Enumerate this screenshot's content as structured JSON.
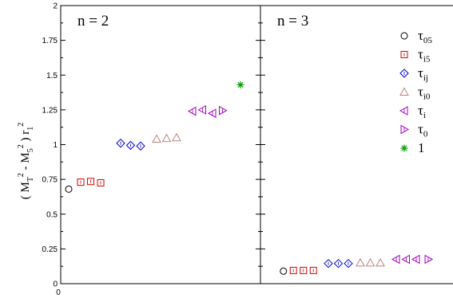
{
  "chart_data": {
    "type": "scatter",
    "ylabel": {
      "main": "( M",
      "sub1": "T",
      "sup1": "2",
      "mid": " - M",
      "sub2": "5",
      "sup2": "2",
      "close": " ) r",
      "sub3": "1",
      "sup3": "2"
    },
    "ylim": [
      0,
      2
    ],
    "yticks": [
      "0",
      "0.25",
      "0.5",
      "0.75",
      "1",
      "1.25",
      "1.5",
      "1.75",
      "2"
    ],
    "ytick_values": [
      0,
      0.25,
      0.5,
      0.75,
      1,
      1.25,
      1.5,
      1.75,
      2
    ],
    "xlim": [
      0,
      20
    ],
    "xticks": [
      "0"
    ],
    "grid": false,
    "legend_position": "top-right",
    "panels": [
      {
        "label": "n = 2",
        "series": [
          {
            "name": "τ05",
            "marker": "circle",
            "color": "#000000",
            "x": [
              0.8
            ],
            "y": [
              0.68
            ]
          },
          {
            "name": "τi5",
            "marker": "square",
            "color": "#e00000",
            "x": [
              2.0,
              3.0,
              4.0
            ],
            "y": [
              0.73,
              0.735,
              0.725
            ]
          },
          {
            "name": "τij",
            "marker": "diamond",
            "color": "#0000e0",
            "x": [
              6.0,
              7.0,
              8.0
            ],
            "y": [
              1.01,
              0.995,
              0.99
            ]
          },
          {
            "name": "τi0",
            "marker": "triangle-up",
            "color": "#c08080",
            "x": [
              9.6,
              10.6,
              11.6
            ],
            "y": [
              1.04,
              1.045,
              1.05
            ]
          },
          {
            "name": "τi",
            "marker": "triangle-left",
            "color": "#a000c0",
            "x": [
              13.2,
              14.2,
              15.2
            ],
            "y": [
              1.24,
              1.25,
              1.225
            ]
          },
          {
            "name": "τ0",
            "marker": "triangle-right",
            "color": "#a000c0",
            "x": [
              16.2
            ],
            "y": [
              1.245
            ]
          },
          {
            "name": "1",
            "marker": "star",
            "color": "#00a000",
            "x": [
              18.0
            ],
            "y": [
              1.43
            ]
          }
        ]
      },
      {
        "label": "n = 3",
        "series": [
          {
            "name": "τ05",
            "marker": "circle",
            "color": "#000000",
            "x": [
              2.3
            ],
            "y": [
              0.09
            ]
          },
          {
            "name": "τi5",
            "marker": "square",
            "color": "#e00000",
            "x": [
              3.3,
              4.3,
              5.3
            ],
            "y": [
              0.095,
              0.095,
              0.095
            ]
          },
          {
            "name": "τij",
            "marker": "diamond",
            "color": "#0000e0",
            "x": [
              6.8,
              7.8,
              8.8
            ],
            "y": [
              0.145,
              0.145,
              0.145
            ]
          },
          {
            "name": "τi0",
            "marker": "triangle-up",
            "color": "#c08080",
            "x": [
              10.0,
              11.0,
              12.0
            ],
            "y": [
              0.15,
              0.15,
              0.15
            ]
          },
          {
            "name": "τi",
            "marker": "triangle-left",
            "color": "#a000c0",
            "x": [
              13.6,
              14.6,
              15.6
            ],
            "y": [
              0.175,
              0.175,
              0.175
            ]
          },
          {
            "name": "τ0",
            "marker": "triangle-right",
            "color": "#a000c0",
            "x": [
              16.8
            ],
            "y": [
              0.175
            ]
          },
          {
            "name": "1",
            "marker": "star",
            "color": "#00a000",
            "x": [],
            "y": []
          }
        ]
      }
    ],
    "legend": [
      {
        "base": "τ",
        "sub": "05",
        "marker": "circle",
        "color": "#000000"
      },
      {
        "base": "τ",
        "sub": "i5",
        "marker": "square",
        "color": "#e00000"
      },
      {
        "base": "τ",
        "sub": "ij",
        "marker": "diamond",
        "color": "#0000e0"
      },
      {
        "base": "τ",
        "sub": "i0",
        "marker": "triangle-up",
        "color": "#c08080"
      },
      {
        "base": "τ",
        "sub": "i",
        "marker": "triangle-left",
        "color": "#a000c0"
      },
      {
        "base": "τ",
        "sub": "0",
        "marker": "triangle-right",
        "color": "#a000c0"
      },
      {
        "base": "1",
        "sub": "",
        "marker": "star",
        "color": "#00a000"
      }
    ]
  }
}
